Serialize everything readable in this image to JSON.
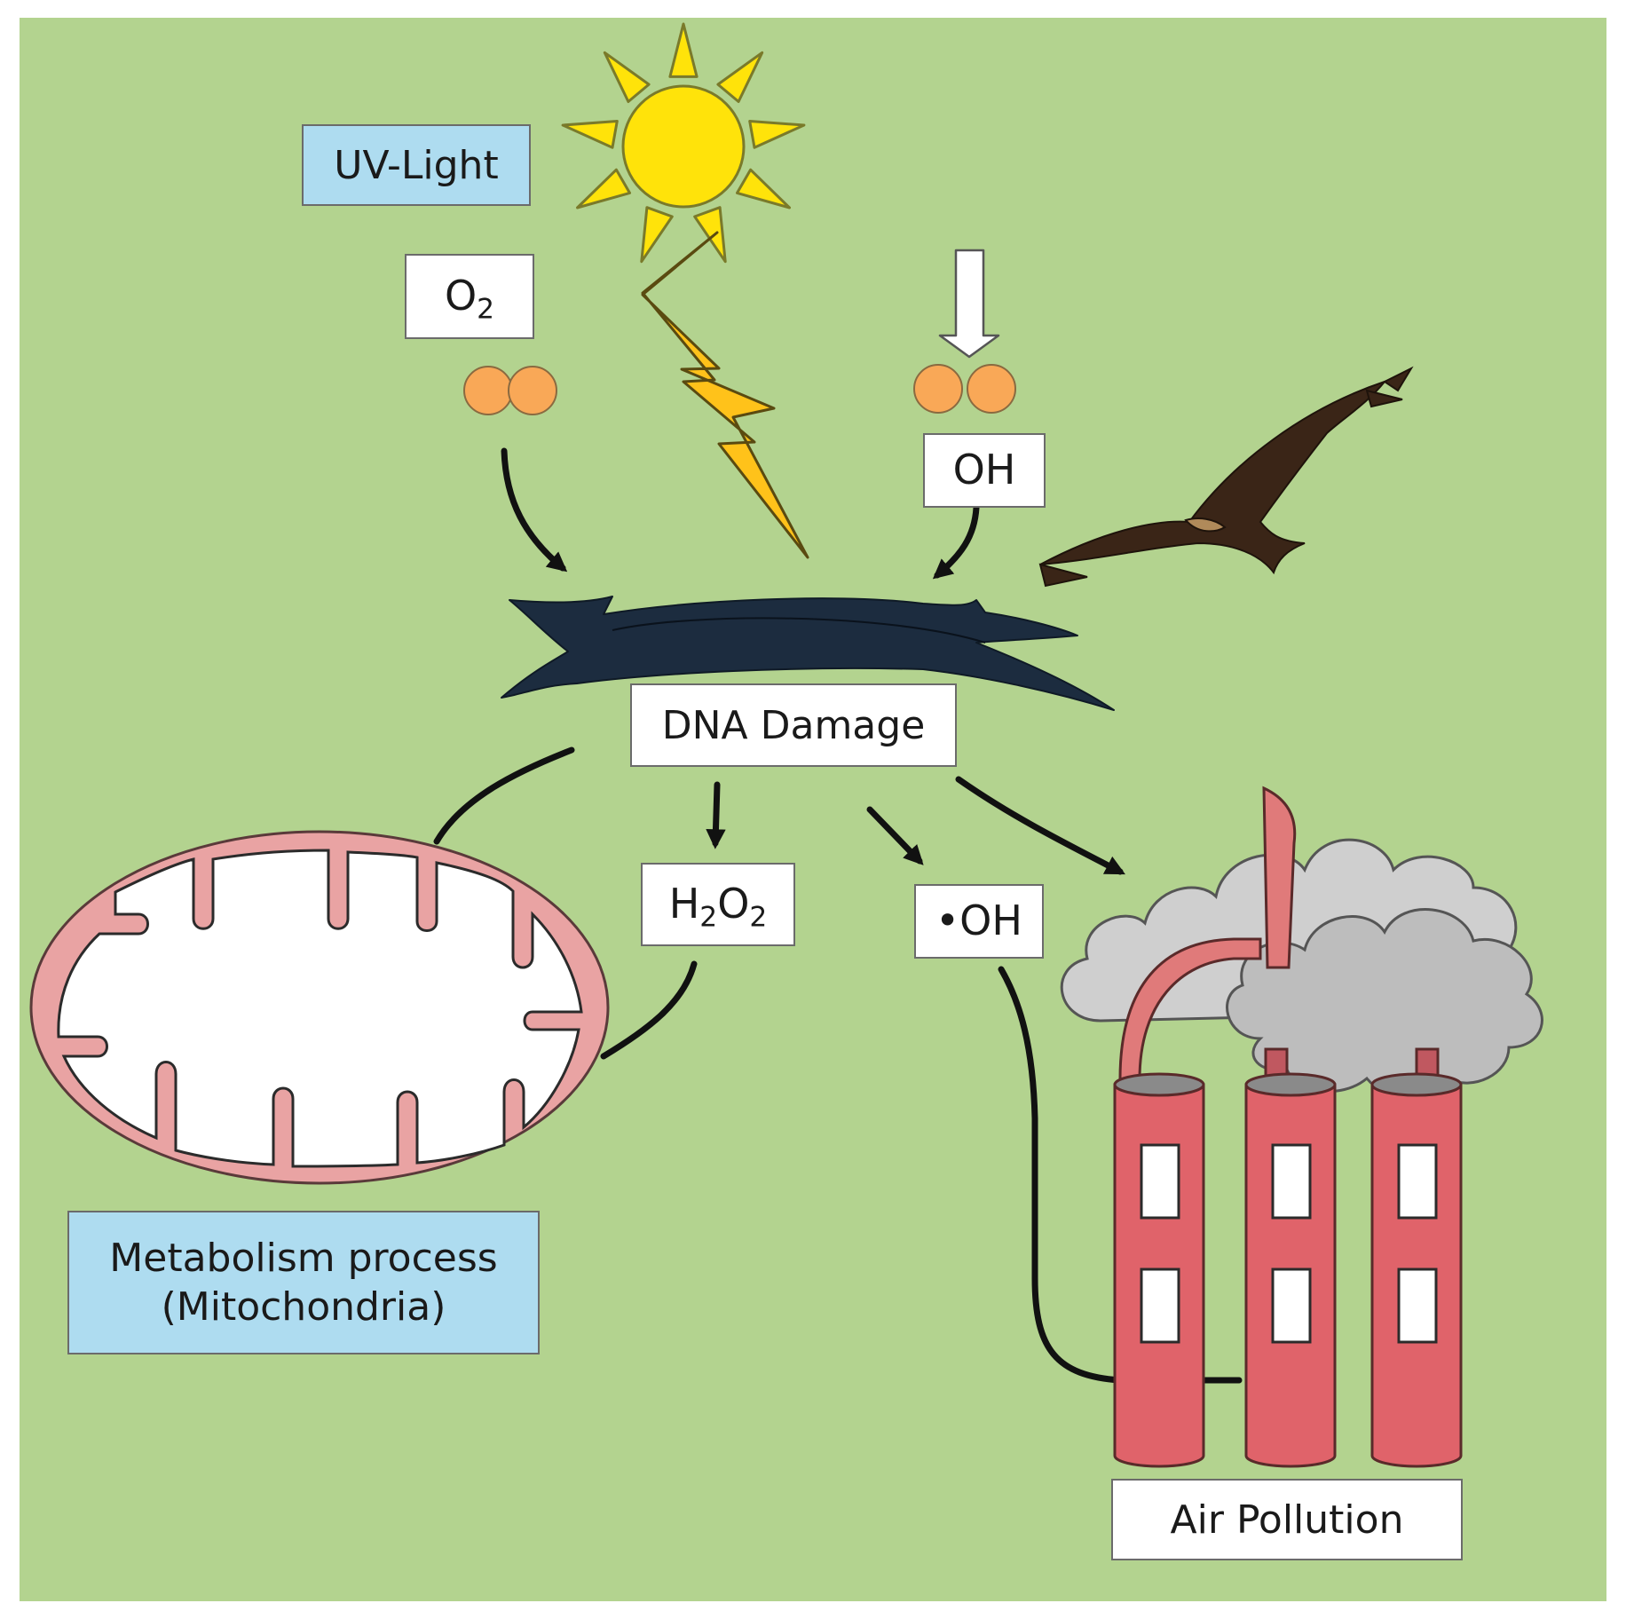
{
  "colors": {
    "background": "#b3d38f",
    "border": "#ffffff",
    "label_blue": "#aedcf0",
    "sun": "#ffe30a",
    "lightning": "#ffc21a",
    "molecule": "#f9a857",
    "dna": "#1c2c3f",
    "mitochondria_membrane": "#e9a3a3",
    "chimney": "#e0636a",
    "smoke": "#cfcfcf",
    "bird": "#3a2517"
  },
  "labels": {
    "uv_light": "UV-Light",
    "o2": {
      "base": "O",
      "sub": "2"
    },
    "oh_top": "OH",
    "dna_damage": "DNA Damage",
    "h2o2": {
      "p1": "H",
      "s1": "2",
      "p2": "O",
      "s2": "2"
    },
    "radical_oh": "•OH",
    "metabolism_line1": "Metabolism process",
    "metabolism_line2": "(Mitochondria)",
    "air_pollution": "Air Pollution"
  },
  "icons": [
    "sun-icon",
    "lightning-bolt-icon",
    "oxygen-molecule-icon",
    "hydroxyl-molecule-icon",
    "down-arrow-icon",
    "dna-strand-icon",
    "bird-icon",
    "mitochondria-icon",
    "factory-chimneys-icon",
    "smoke-cloud-icon"
  ]
}
